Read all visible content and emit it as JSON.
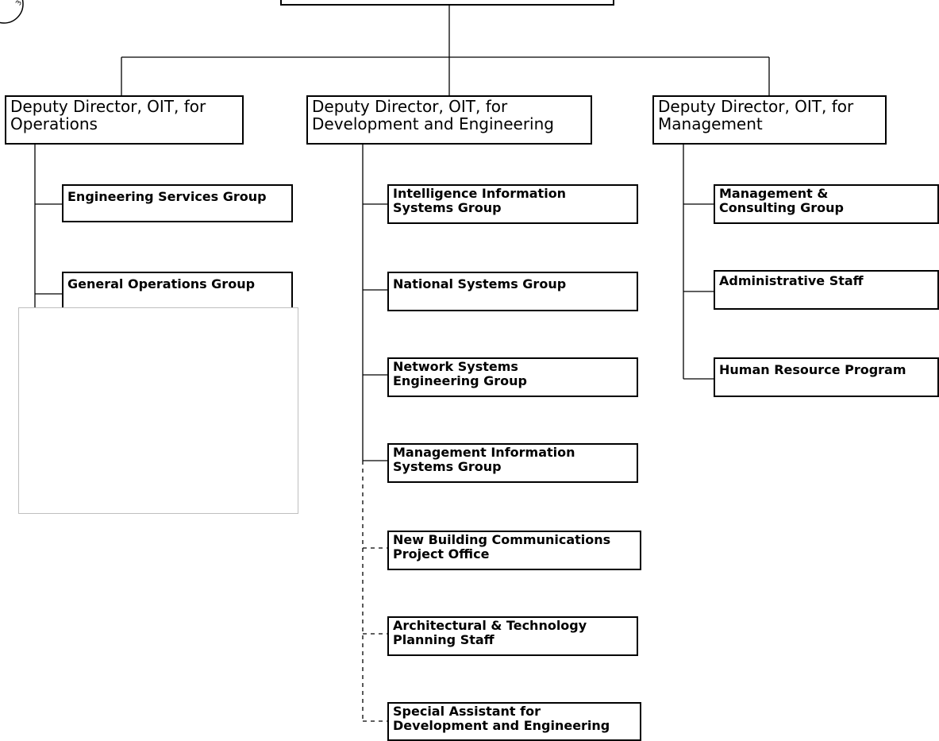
{
  "top_box": {
    "visible_text": ""
  },
  "deputies": [
    {
      "lines": [
        "Deputy Director, OIT, for",
        "Operations"
      ]
    },
    {
      "lines": [
        "Deputy Director, OIT, for",
        "Development and Engineering"
      ]
    },
    {
      "lines": [
        "Deputy Director, OIT, for",
        "Management"
      ]
    }
  ],
  "operations_groups": [
    {
      "lines": [
        "Engineering Services Group"
      ]
    },
    {
      "lines": [
        "General Operations Group"
      ]
    }
  ],
  "development_groups": [
    {
      "lines": [
        "Intelligence Information",
        "Systems Group"
      ]
    },
    {
      "lines": [
        "National Systems Group"
      ]
    },
    {
      "lines": [
        "Network Systems",
        "Engineering Group"
      ]
    },
    {
      "lines": [
        "Management Information",
        "Systems Group"
      ]
    }
  ],
  "development_staff_dashed": [
    {
      "lines": [
        "New Building Communications",
        "Project Office"
      ]
    },
    {
      "lines": [
        "Architectural & Technology",
        "Planning Staff"
      ]
    },
    {
      "lines": [
        "Special Assistant for",
        "Development and Engineering"
      ]
    }
  ],
  "management_groups": [
    {
      "lines": [
        "Management &",
        "Consulting Group"
      ]
    },
    {
      "lines": [
        "Administrative Staff"
      ]
    },
    {
      "lines": [
        "Human Resource Program"
      ]
    }
  ],
  "redacted_area": {
    "content": ""
  },
  "seal_text": "3"
}
